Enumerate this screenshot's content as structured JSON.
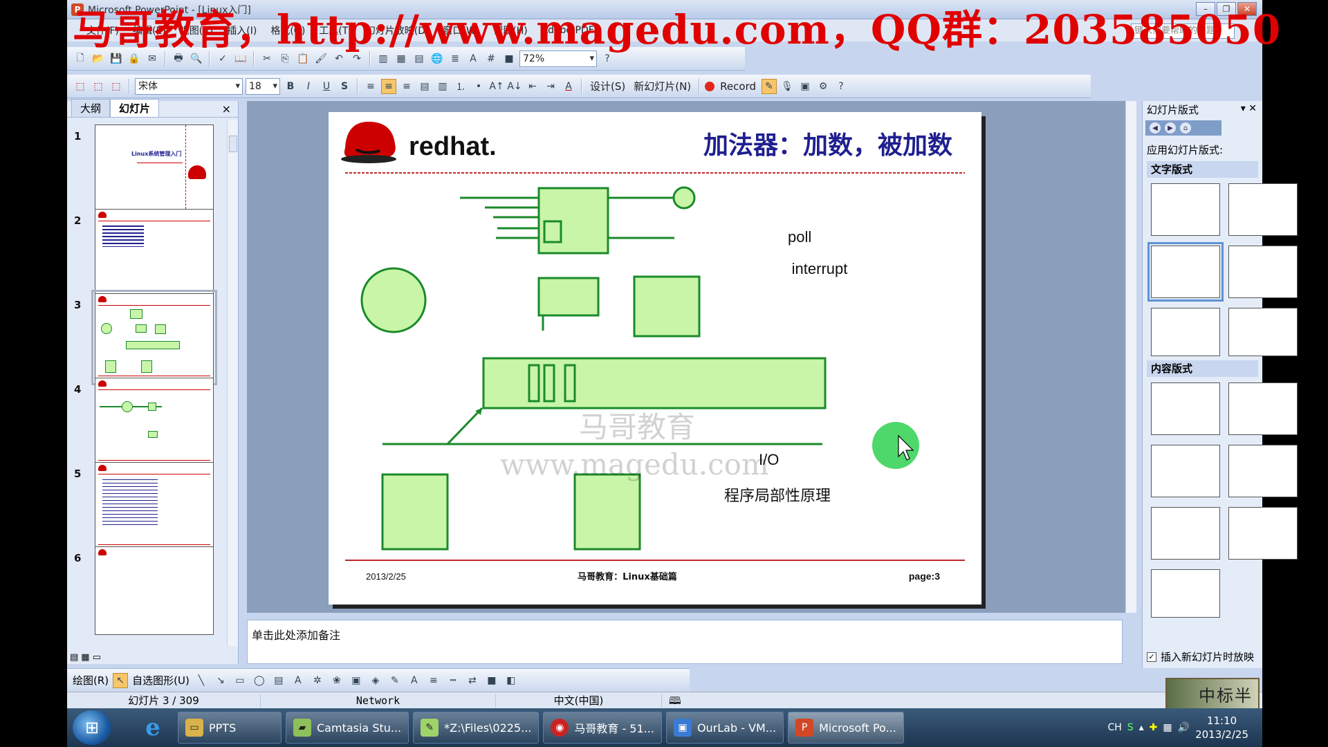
{
  "window": {
    "title": "Microsoft PowerPoint - [Linux入门]",
    "overlay_watermark": "马哥教育，http://www.magedu.com，QQ群：203585050",
    "help_placeholder": "键入需要帮助的问题"
  },
  "menu": [
    "文件(F)",
    "编辑(E)",
    "视图(V)",
    "插入(I)",
    "格式(O)",
    "工具(T)",
    "幻灯片放映(D)",
    "窗口(W)",
    "帮助(H)",
    "Adobe PDF"
  ],
  "toolbar1": {
    "zoom": "72%"
  },
  "toolbar2": {
    "font": "宋体",
    "size": "18",
    "bold": "B",
    "italic": "I",
    "underline": "U",
    "shadow": "S",
    "design": "设计(S)",
    "new_slide": "新幻灯片(N)",
    "record": "Record"
  },
  "leftpanel": {
    "tab_outline": "大纲",
    "tab_slides": "幻灯片",
    "close": "×",
    "slides": [
      {
        "num": "1",
        "title": "Linux系统管理入门"
      },
      {
        "num": "2",
        "title": ""
      },
      {
        "num": "3",
        "title": ""
      },
      {
        "num": "4",
        "title": ""
      },
      {
        "num": "5",
        "title": ""
      },
      {
        "num": "6",
        "title": ""
      }
    ]
  },
  "slide": {
    "brand": "redhat.",
    "title": "加法器：加数，被加数",
    "labels": {
      "poll": "poll",
      "interrupt": "interrupt",
      "io": "I/O",
      "locality": "程序局部性原理"
    },
    "watermark_cn": "马哥教育",
    "watermark_url": "www.magedu.com",
    "footer_date": "2013/2/25",
    "footer_center": "马哥教育：Linux基础篇",
    "footer_page": "page:3",
    "colors": {
      "box_fill": "#c8f5a8",
      "box_stroke": "#1a8a2a",
      "rule": "#c0272d",
      "title": "#1f1f8f",
      "cursor_dot": "#3cd45a"
    }
  },
  "notes": "单击此处添加备注",
  "taskpane": {
    "title": "幻灯片版式",
    "apply_label": "应用幻灯片版式:",
    "section_text": "文字版式",
    "section_content": "内容版式",
    "checkbox_label": "插入新幻灯片时放映",
    "checked": true
  },
  "drawbar": {
    "draw": "绘图(R)",
    "autoshapes": "自选图形(U)"
  },
  "status": {
    "slide_pos": "幻灯片 3 / 309",
    "design": "Network",
    "lang": "中文(中国)"
  },
  "taskbar": {
    "items": [
      {
        "label": "PPTS",
        "icon": "folder-icon"
      },
      {
        "label": "Camtasia Stu...",
        "icon": "camtasia-icon"
      },
      {
        "label": "*Z:\\Files\\0225...",
        "icon": "notepad-icon"
      },
      {
        "label": "马哥教育 - 51...",
        "icon": "media-icon"
      },
      {
        "label": "OurLab - VM...",
        "icon": "vm-icon"
      },
      {
        "label": "Microsoft Po...",
        "icon": "powerpoint-icon"
      }
    ],
    "ime": "CH",
    "time": "11:10",
    "date": "2013/2/25"
  },
  "stamp": "中标半"
}
